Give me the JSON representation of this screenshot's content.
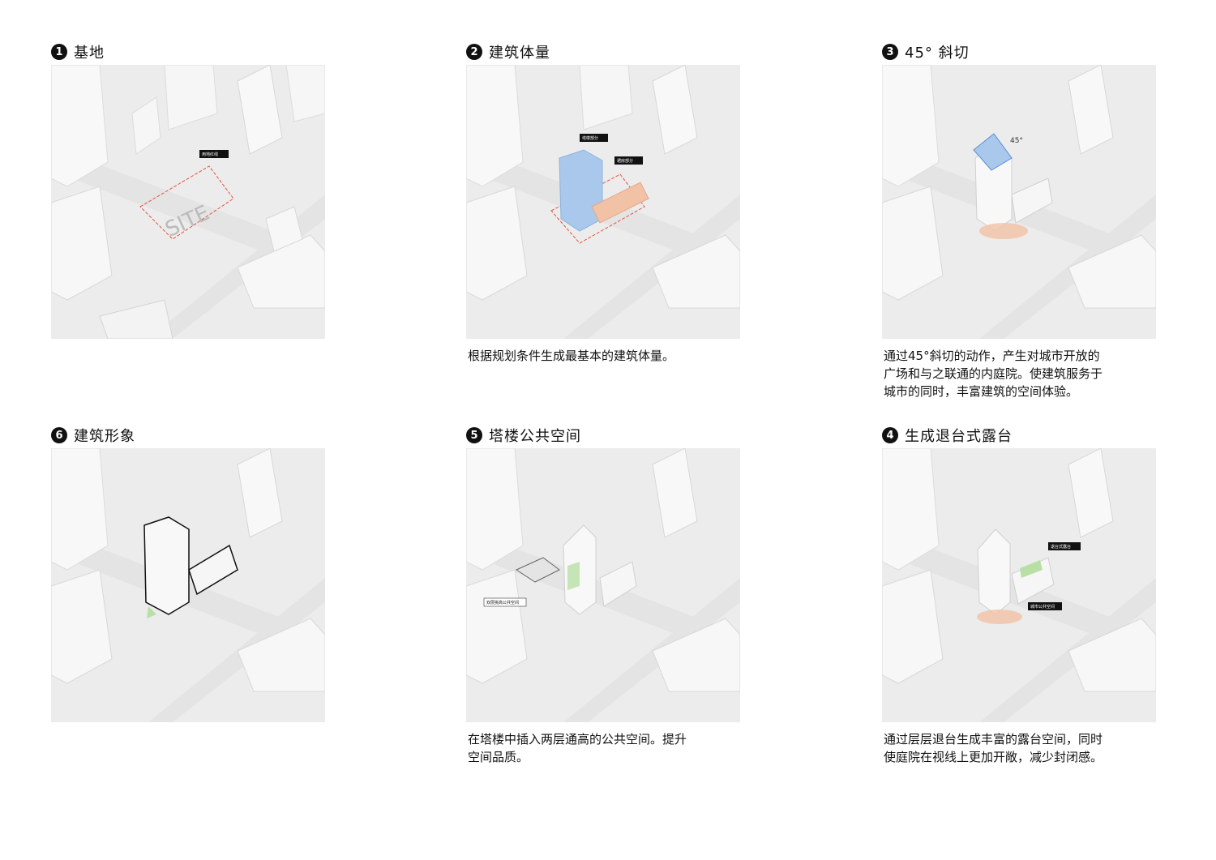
{
  "panels": [
    {
      "id": "p1",
      "number": "1",
      "title": "基地",
      "description": "",
      "labels": {
        "redline": "用地红线",
        "site": "SITE"
      }
    },
    {
      "id": "p2",
      "number": "2",
      "title": "建筑体量",
      "description": "根据规划条件生成最基本的建筑体量。",
      "labels": {
        "tower": "塔楼部分",
        "podium": "裙房部分"
      }
    },
    {
      "id": "p3",
      "number": "3",
      "title": "45°  斜切",
      "description": "通过45°斜切的动作，产生对城市开放的\n广场和与之联通的内庭院。使建筑服务于\n城市的同时，丰富建筑的空间体验。",
      "labels": {
        "angle": "45°"
      }
    },
    {
      "id": "p6",
      "number": "6",
      "title": "建筑形象",
      "description": "",
      "labels": {}
    },
    {
      "id": "p5",
      "number": "5",
      "title": "塔楼公共空间",
      "description": "在塔楼中插入两层通高的公共空间。提升\n空间品质。",
      "labels": {
        "double": "双层挑高公共空间"
      }
    },
    {
      "id": "p4",
      "number": "4",
      "title": "生成退台式露台",
      "description": "通过层层退台生成丰富的露台空间，同时\n使庭院在视线上更加开敞，减少封闭感。",
      "labels": {
        "terrace": "退台式露台",
        "public": "城市公共空间"
      }
    }
  ],
  "colors": {
    "background": "#ececec",
    "blocks": "#f7f7f7",
    "road": "#e3e3e3",
    "redline": "#e0553c",
    "tower_blue": "#a9c8ec",
    "podium_orange": "#f2c2a6",
    "green": "#b8e0a6"
  }
}
